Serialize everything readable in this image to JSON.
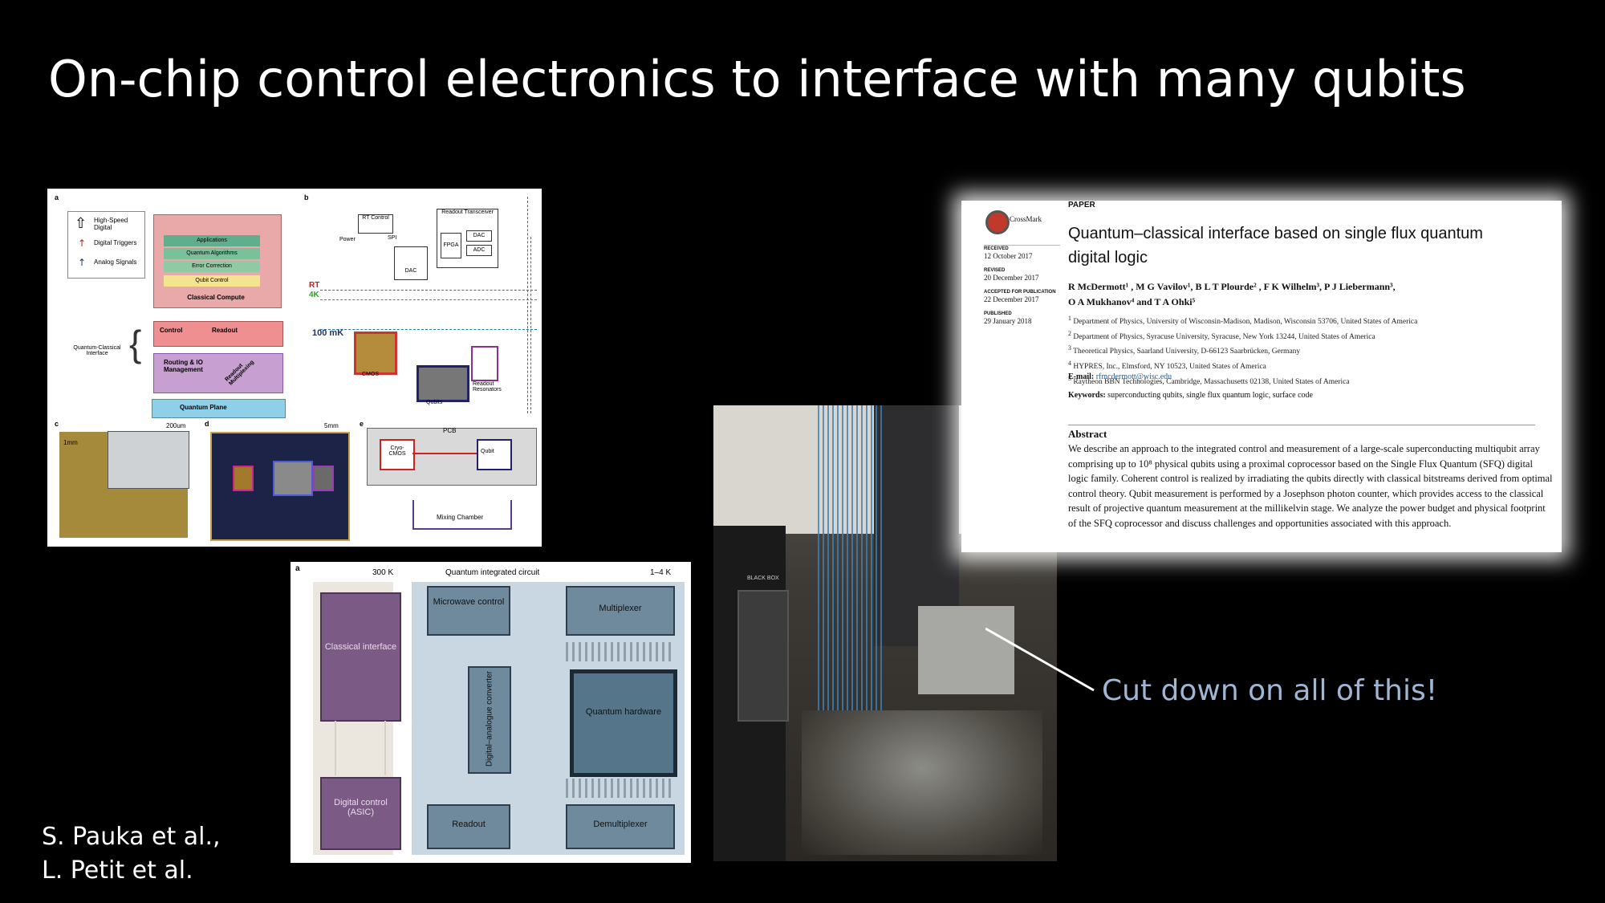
{
  "slide": {
    "title": "On-chip control electronics to interface with many qubits",
    "callout": "Cut down on all of this!",
    "credit_line1": "S. Pauka et al.,",
    "credit_line2": "L. Petit et al."
  },
  "fig1": {
    "panel_a": "a",
    "panel_b": "b",
    "panel_c": "c",
    "panel_d": "d",
    "panel_e": "e",
    "legend": [
      "High-Speed Digital",
      "Digital Triggers",
      "Analog Signals"
    ],
    "stack": [
      "Applications",
      "Quantum Algorithms",
      "Error Correction",
      "Qubit Control"
    ],
    "classical_compute": "Classical Compute",
    "control": "Control",
    "readout": "Readout",
    "routing": "Routing & IO Management",
    "readout_mux": "Readout Multiplexing",
    "quantum_plane": "Quantum Plane",
    "qc_interface": "Quantum-Classical Interface",
    "rt_control": "RT Control",
    "readout_transceiver": "Readout Transceiver",
    "fpga": "FPGA",
    "dac": "DAC",
    "adc": "ADC",
    "dac2": "DAC",
    "power": "Power",
    "spi": "SPI",
    "rt": "RT",
    "k4": "4K",
    "mk100": "100 mK",
    "cmos": "CMOS",
    "qubits": "Qubits",
    "readout_resonators": "Readout Resonators",
    "scale_c1": "1mm",
    "scale_c2": "200um",
    "scale_d": "5mm",
    "pcb": "PCB",
    "cryo_cmos": "Cryo-CMOS",
    "qubit": "Qubit",
    "mixing_chamber": "Mixing Chamber"
  },
  "fig2": {
    "panel": "a",
    "temp_left": "300 K",
    "header": "Quantum integrated circuit",
    "temp_right": "1–4 K",
    "classical_interface": "Classical interface",
    "digital_control": "Digital control (ASIC)",
    "microwave_control": "Microwave control",
    "multiplexer": "Multiplexer",
    "dac": "Digital–analogue converter",
    "quantum_hardware": "Quantum hardware",
    "readout": "Readout",
    "demultiplexer": "Demultiplexer"
  },
  "paper": {
    "label": "PAPER",
    "crossmark": "CrossMark",
    "title": "Quantum–classical interface based on single flux quantum digital logic",
    "received_label": "RECEIVED",
    "received": "12 October 2017",
    "revised_label": "REVISED",
    "revised": "20 December 2017",
    "accepted_label": "ACCEPTED FOR PUBLICATION",
    "accepted": "22 December 2017",
    "published_label": "PUBLISHED",
    "published": "29 January 2018",
    "authors_line1": "R McDermott¹ , M G Vavilov¹, B L T Plourde² , F K Wilhelm³, P J Liebermann³,",
    "authors_line2": "O A Mukhanov⁴ and T A Ohki⁵",
    "affiliations": [
      "Department of Physics, University of Wisconsin-Madison, Madison, Wisconsin 53706, United States of America",
      "Department of Physics, Syracuse University, Syracuse, New York 13244, United States of America",
      "Theoretical Physics, Saarland University, D-66123 Saarbrücken, Germany",
      "HYPRES, Inc., Elmsford, NY 10523, United States of America",
      "Raytheon BBN Technologies, Cambridge, Massachusetts 02138, United States of America"
    ],
    "email_label": "E-mail:",
    "email": "rfmcdermott@wisc.edu",
    "keywords_label": "Keywords:",
    "keywords": "superconducting qubits, single flux quantum logic, surface code",
    "abstract_label": "Abstract",
    "abstract": "We describe an approach to the integrated control and measurement of a large-scale superconducting multiqubit array comprising up to 10⁸ physical qubits using a proximal coprocessor based on the Single Flux Quantum (SFQ) digital logic family. Coherent control is realized by irradiating the qubits directly with classical bitstreams derived from optimal control theory. Qubit measurement is performed by a Josephson photon counter, which provides access to the classical result of projective quantum measurement at the millikelvin stage. We analyze the power budget and physical footprint of the SFQ coprocessor and discuss challenges and opportunities associated with this approach."
  },
  "photo": {
    "label": "BLACK BOX"
  },
  "colors": {
    "background": "#000000",
    "callout": "#9fb7d4",
    "fig2_bg": "#c9d7e2",
    "fig2_purple": "#7b5a85",
    "fig2_box": "#6f8a9c"
  }
}
